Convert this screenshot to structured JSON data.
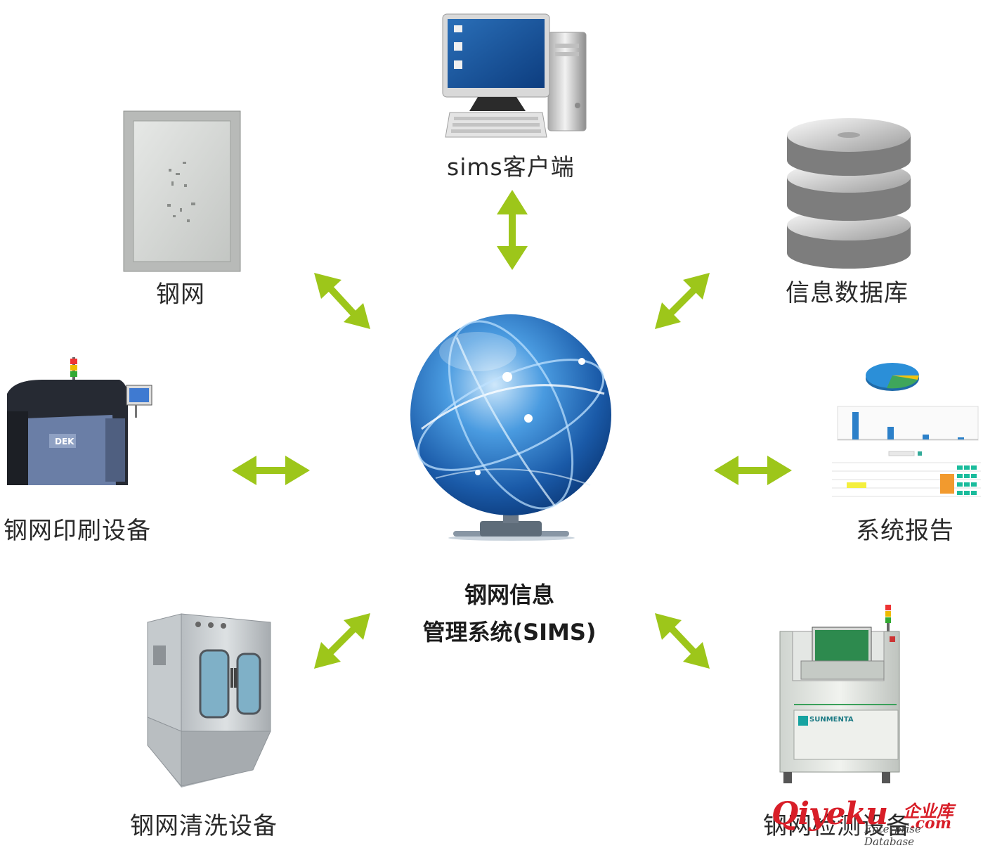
{
  "center": {
    "title_line1": "钢网信息",
    "title_line2": "管理系统(SIMS)"
  },
  "nodes": {
    "client": "sims客户端",
    "stencil": "钢网",
    "database": "信息数据库",
    "printer": "钢网印刷设备",
    "report": "系统报告",
    "cleaner": "钢网清洗设备",
    "inspector": "钢网检测设备"
  },
  "printer_brand": "DEK",
  "inspector_brand": "SUNMENTA",
  "watermark": {
    "main": "Qiyeku",
    "cn": "企业库",
    "com": ".com",
    "en": "Enterprise Database"
  },
  "colors": {
    "arrow": "#9dc61a",
    "globe": "#2d78c8",
    "text": "#2a2a2a"
  }
}
